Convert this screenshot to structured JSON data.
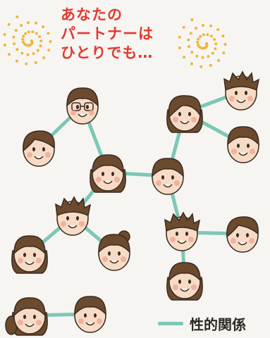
{
  "title_lines": [
    "あなたの",
    "パートナーは",
    "ひとりでも…"
  ],
  "legend": {
    "label": "性的関係"
  },
  "colors": {
    "title": "#e23a2f",
    "relation_line": "#7cc7b6",
    "swirl": "#f0b53a",
    "skin": "#f6dcc6",
    "hair": "#6b4a2e",
    "outline": "#3b2a20",
    "cheek": "#f29d8f"
  }
}
